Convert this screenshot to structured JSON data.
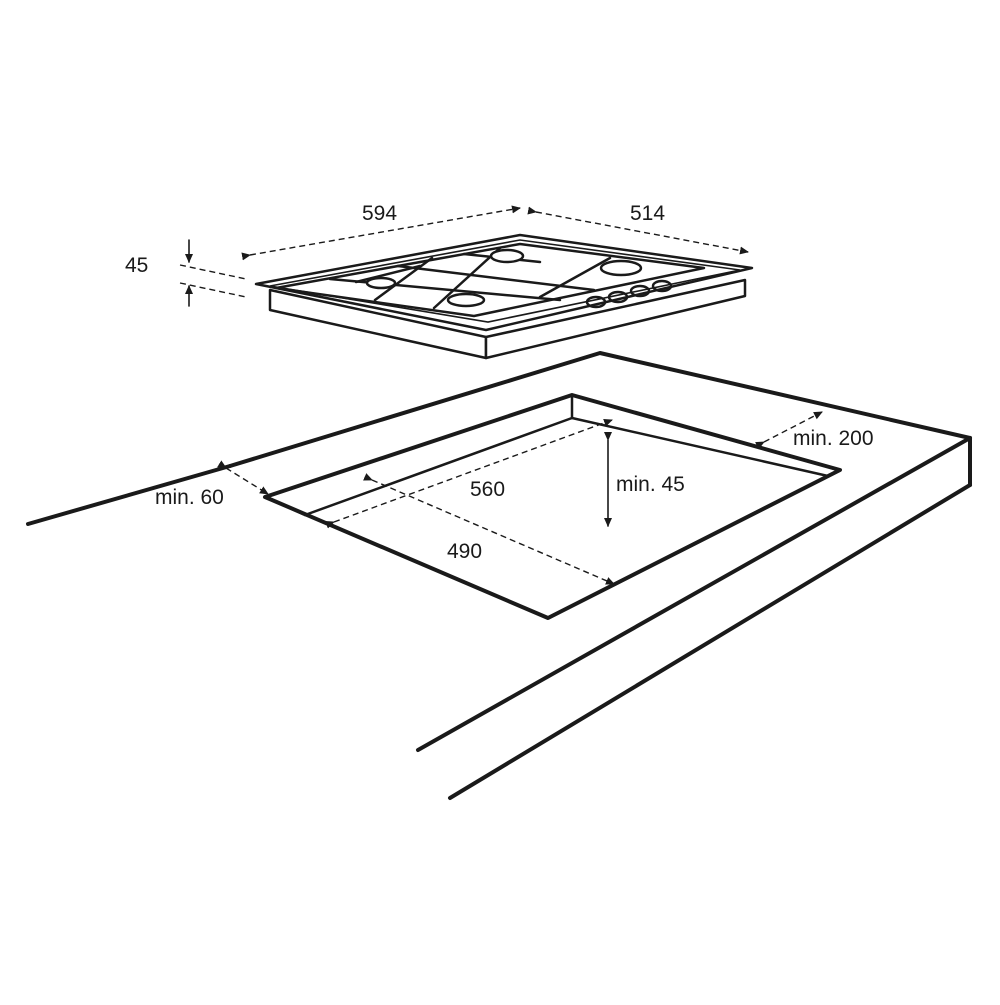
{
  "hob": {
    "width_label": "594",
    "depth_label": "514",
    "height_label": "45"
  },
  "cutout": {
    "width_label": "560",
    "depth_label": "490",
    "min_depth_below_label": "min. 45",
    "min_front_label": "min. 60",
    "min_rear_label": "min. 200"
  }
}
